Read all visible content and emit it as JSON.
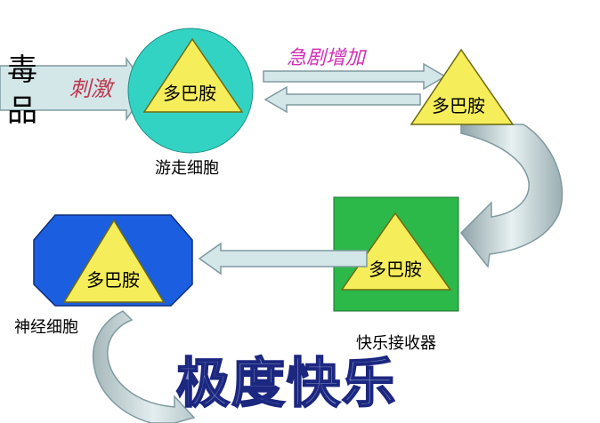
{
  "diagram": {
    "drug_label": "毒品",
    "stimulus_label": "刺激",
    "surge_label": "急剧增加",
    "dopamine_label": "多巴胺",
    "wandering_cell_label": "游走细胞",
    "pleasure_receptor_label": "快乐接收器",
    "neuron_label": "神经细胞",
    "result_label": "极度快乐"
  },
  "colors": {
    "triangle_fill": "#f5ee5a",
    "circle_fill": "#33d3c4",
    "square_fill": "#2db84a",
    "octagon_fill": "#1b5fe0",
    "arrow_fill": "#d3e6e8",
    "arrow_stroke": "#7e9aa0",
    "stimulus_text": "#c0364d",
    "surge_text": "#d12fb8",
    "result_text": "#2d3aa8"
  }
}
